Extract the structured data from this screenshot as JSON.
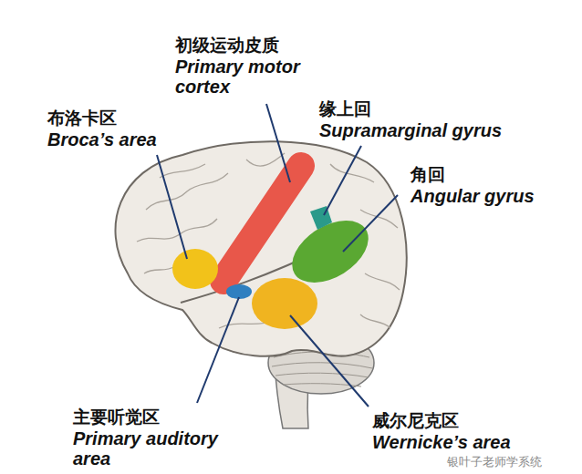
{
  "diagram": {
    "labels": [
      "初级运动皮质",
      "Primary motor cortex",
      "布洛卡区",
      "Broca’s area",
      "缘上回",
      "Supramarginal gyrus",
      "角回",
      "Angular gyrus",
      "主要听觉区",
      "Primary auditory area",
      "威尔尼克区",
      "Wernicke’s area",
      "银叶子老师学系统"
    ]
  }
}
